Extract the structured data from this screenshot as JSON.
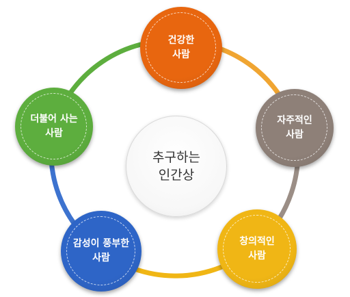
{
  "center": {
    "label": "추구하는\n인간상"
  },
  "nodes": [
    {
      "label": "건강한\n사람",
      "color": "#E8660F"
    },
    {
      "label": "자주적인\n사람",
      "color": "#8E8078"
    },
    {
      "label": "창의적인\n사람",
      "color": "#F0B615"
    },
    {
      "label": "감성이 풍부한\n사람",
      "color": "#2E65C7"
    },
    {
      "label": "더불어 사는\n사람",
      "color": "#5DAE3E"
    }
  ]
}
